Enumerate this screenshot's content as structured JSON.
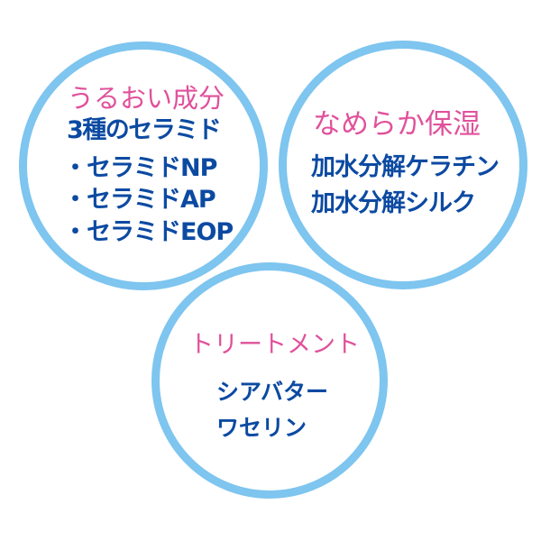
{
  "colors": {
    "circle_border": "#7EC5EF",
    "heading_pink": "#E0519B",
    "text_blue": "#0C4AA2",
    "background": "#FFFFFF"
  },
  "circles": [
    {
      "name": "moisturizing-ingredients",
      "heading": "うるおい成分",
      "subheading": "3種のセラミド",
      "items": [
        "・セラミドNP",
        "・セラミドAP",
        "・セラミドEOP"
      ]
    },
    {
      "name": "smooth-moisture",
      "heading": "なめらか保湿",
      "items": [
        "加水分解ケラチン",
        "加水分解シルク"
      ]
    },
    {
      "name": "treatment",
      "heading": "トリートメント",
      "items": [
        "シアバター",
        "ワセリン"
      ]
    }
  ]
}
